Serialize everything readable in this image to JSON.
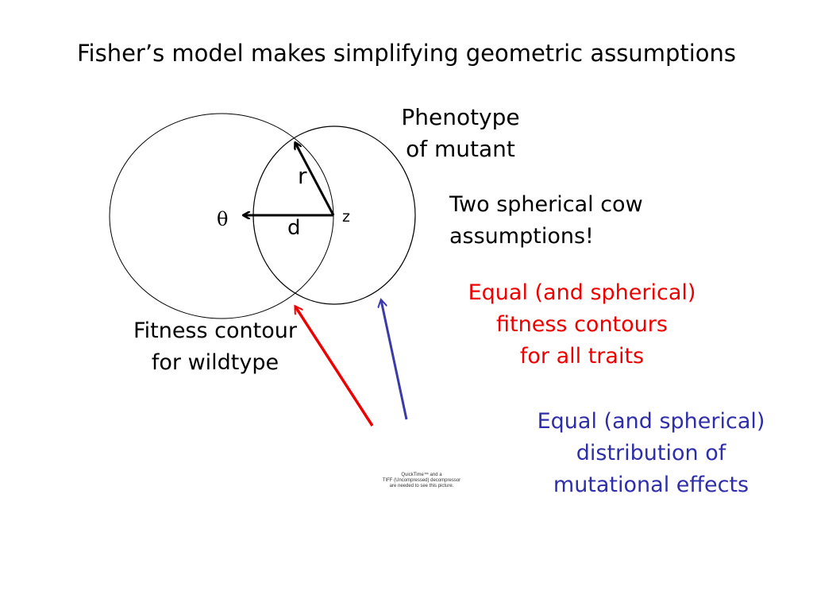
{
  "slide": {
    "title": "Fisher’s model makes simplifying geometric assumptions"
  },
  "diagram": {
    "theta_symbol": "θ",
    "r_label": "r",
    "d_label": "d",
    "z_label": "z",
    "phenotype_label": [
      "Phenotype",
      "of mutant"
    ],
    "fitness_contour_label": [
      "Fitness contour",
      "for wildtype"
    ]
  },
  "notes": {
    "assumptions_header": [
      "Two  spherical cow",
      "assumptions!"
    ],
    "assumption_1": [
      "Equal (and spherical)",
      "fitness contours",
      "for all traits"
    ],
    "assumption_2": [
      "Equal (and spherical)",
      "distribution of",
      "mutational effects"
    ]
  },
  "placeholder": {
    "quicktime_lines": [
      "QuickTime™ and a",
      "TIFF (Uncompressed) decompressor",
      "are needed to see this picture."
    ]
  },
  "colors": {
    "assumption_1": "#ee0000",
    "assumption_2": "#2e2ea8",
    "arrow_red": "#ee0000",
    "arrow_blue": "#3a3aa8"
  }
}
